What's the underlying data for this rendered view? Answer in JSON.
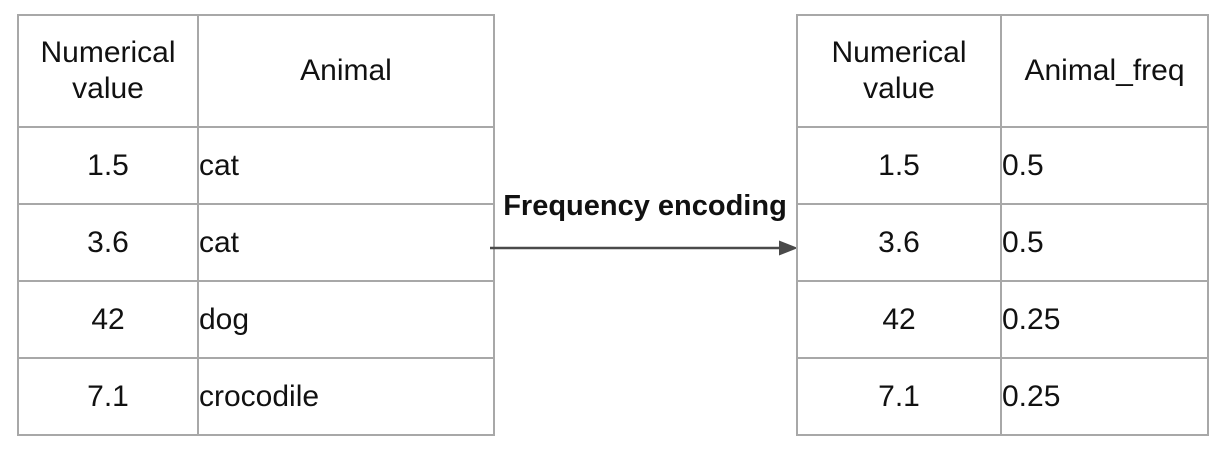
{
  "diagram": {
    "colors": {
      "background": "#ffffff",
      "table_border": "#a8a8a8",
      "text": "#111111",
      "arrow": "#4a4a4a"
    }
  },
  "arrow": {
    "label": "Frequency encoding"
  },
  "left_table": {
    "headers": [
      "Numerical value",
      "Animal"
    ],
    "rows": [
      [
        "1.5",
        "cat"
      ],
      [
        "3.6",
        "cat"
      ],
      [
        "42",
        "dog"
      ],
      [
        "7.1",
        "crocodile"
      ]
    ]
  },
  "right_table": {
    "headers": [
      "Numerical value",
      "Animal_freq"
    ],
    "rows": [
      [
        "1.5",
        "0.5"
      ],
      [
        "3.6",
        "0.5"
      ],
      [
        "42",
        "0.25"
      ],
      [
        "7.1",
        "0.25"
      ]
    ]
  }
}
